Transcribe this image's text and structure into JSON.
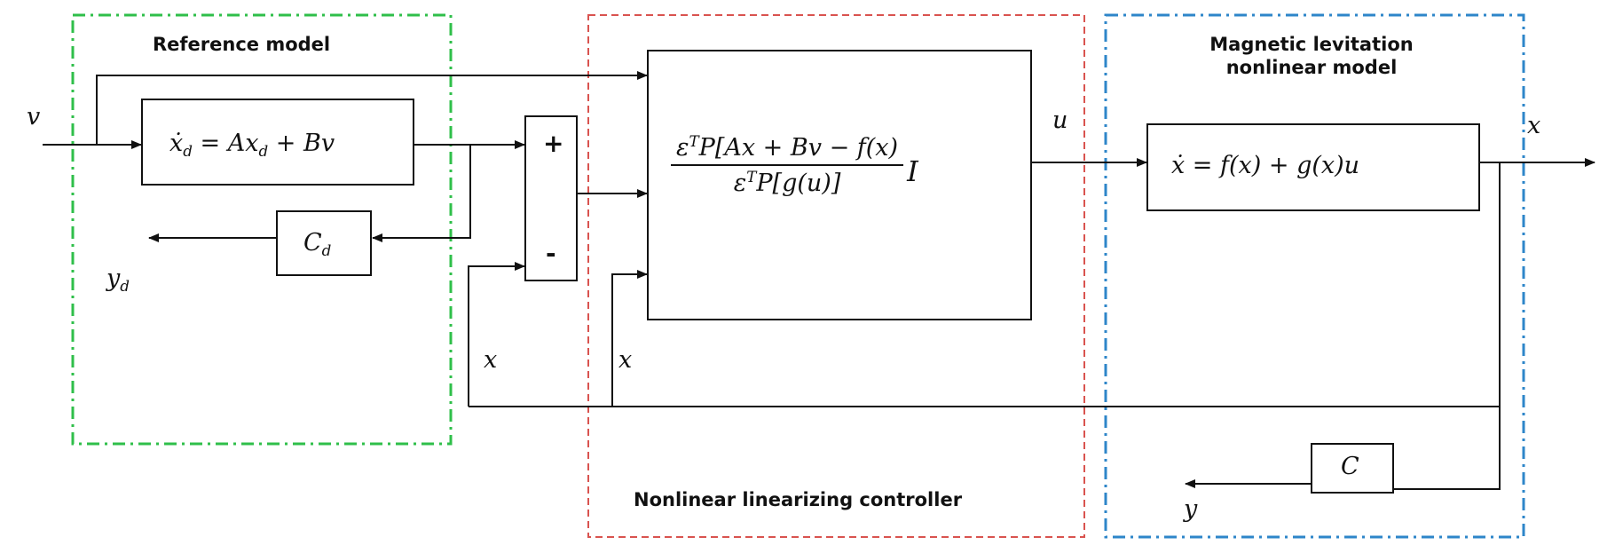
{
  "groups": {
    "reference": {
      "title": "Reference model",
      "color": "#2fbf4a"
    },
    "controller": {
      "title": "Nonlinear linearizing controller",
      "color": "#d9534f"
    },
    "plant": {
      "title": "Magnetic levitation<br>nonlinear model",
      "color": "#2e86c9"
    }
  },
  "blocks": {
    "reference_eq": "x&#775;<sub>d</sub> = Ax<sub>d</sub> + Bv",
    "cd": "C<sub>d</sub>",
    "plant_eq": "x&#775; = f(x) + g(x)u",
    "c": "C",
    "summer_plus": "+",
    "summer_minus": "-",
    "controller_numerator": "&#949;<sup>T</sup>P[Ax + Bv &#8722; f(x)",
    "controller_denominator": "&#949;<sup>T</sup>P[g(u)]",
    "controller_tail": "I"
  },
  "signals": {
    "v": "v",
    "u": "u",
    "x_out": "x",
    "yd": "y<sub>d</sub>",
    "y": "y",
    "x_feedback_1": "x",
    "x_feedback_2": "x"
  }
}
